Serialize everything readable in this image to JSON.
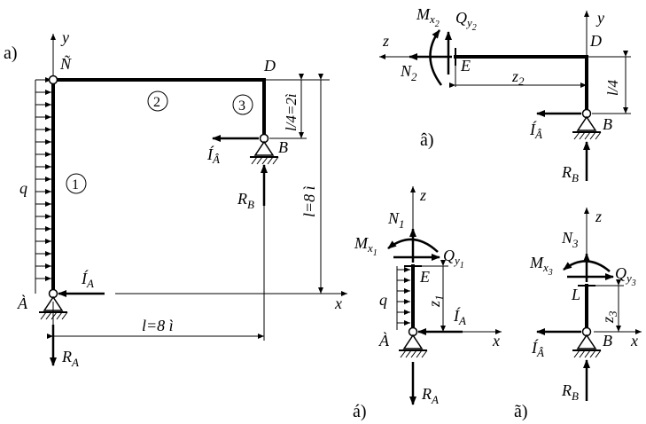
{
  "panels": {
    "a": "a)",
    "b": "á)",
    "v": "â)",
    "g": "ã)"
  },
  "main": {
    "axis_y": "y",
    "axis_x": "x",
    "node_C": "Ñ",
    "node_D": "D",
    "node_A": "À",
    "node_B": "B",
    "section_1": "1",
    "section_2": "2",
    "section_3": "3",
    "load_q": "q",
    "H_A": "Í",
    "H_A_sub": "A",
    "H_B": "Í",
    "H_B_sub": "Â",
    "R_A": "R",
    "R_A_sub": "A",
    "R_B": "R",
    "R_B_sub": "B",
    "dim_l": "l=8 ì",
    "dim_l_vertical": "l=8 ì",
    "dim_l4": "l/4=2ì"
  },
  "fbd_v": {
    "axis_y": "y",
    "axis_z": "z",
    "M": "M",
    "M_sub": "x",
    "M_subsub": "2",
    "Q": "Q",
    "Q_sub": "y",
    "Q_subsub": "2",
    "N": "N",
    "N_sub": "2",
    "node_E": "E",
    "node_D": "D",
    "node_B": "B",
    "z": "z",
    "z_sub": "2",
    "dim_l4": "l/4",
    "H": "Í",
    "H_sub": "Â",
    "R": "R",
    "R_sub": "B"
  },
  "fbd_b": {
    "axis_z": "z",
    "axis_x": "x",
    "N": "N",
    "N_sub": "1",
    "M": "M",
    "M_sub": "x",
    "M_subsub": "1",
    "Q": "Q",
    "Q_sub": "y",
    "Q_subsub": "1",
    "node_E": "E",
    "node_A": "À",
    "load_q": "q",
    "z": "z",
    "z_sub": "1",
    "H": "Í",
    "H_sub": "A",
    "R": "R",
    "R_sub": "A"
  },
  "fbd_g": {
    "axis_z": "z",
    "axis_x": "x",
    "N": "N",
    "N_sub": "3",
    "M": "M",
    "M_sub": "x",
    "M_subsub": "3",
    "Q": "Q",
    "Q_sub": "y",
    "Q_subsub": "3",
    "node_L": "L",
    "node_B": "B",
    "z": "z",
    "z_sub": "3",
    "H": "Í",
    "H_sub": "Â",
    "R": "R",
    "R_sub": "B"
  }
}
